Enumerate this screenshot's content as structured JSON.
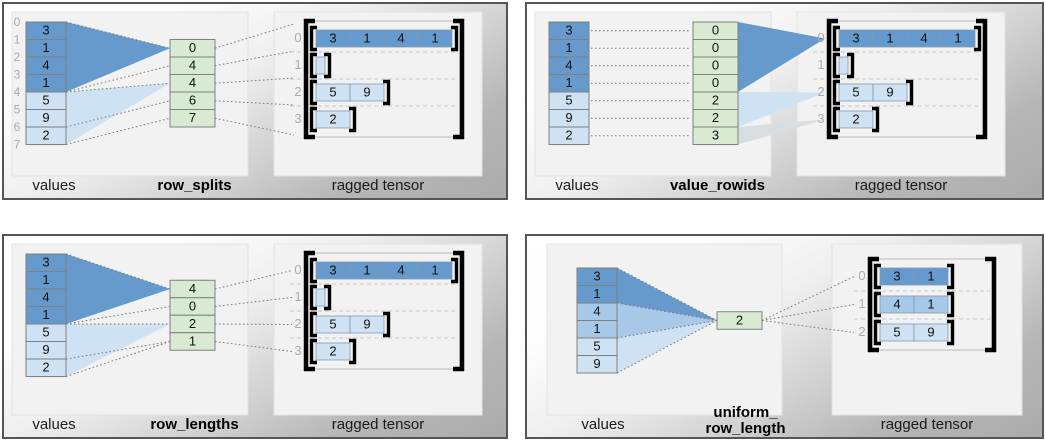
{
  "figure": {
    "title": "",
    "panel_count": 4,
    "common": {
      "values_label": "values",
      "ragged_label": "ragged tensor",
      "colors": {
        "dark_blue": "#6699cc",
        "mid_blue": "#a8c8e8",
        "light_blue": "#cfe2f3",
        "green": "#d9ead3",
        "cell_border": "#808080",
        "bracket": "#000000",
        "index_gray": "#aaaaaa",
        "dotted_gray": "#777777",
        "panel_border": "#555555",
        "inner_box": "#f2f2f2"
      }
    },
    "panels": [
      {
        "id": "row-splits",
        "encoding_label": "row_splits",
        "values_label": "values",
        "ragged_label": "ragged tensor",
        "values": [
          "3",
          "1",
          "4",
          "1",
          "5",
          "9",
          "2"
        ],
        "values_shades": [
          "dark",
          "dark",
          "dark",
          "dark",
          "light",
          "light",
          "light"
        ],
        "values_indices": [
          "0",
          "1",
          "2",
          "3",
          "4",
          "5",
          "6",
          "7"
        ],
        "encoding_values": [
          "0",
          "4",
          "4",
          "6",
          "7"
        ],
        "ragged_row_indices": [
          "0",
          "1",
          "2",
          "3"
        ],
        "ragged_rows": [
          {
            "index": "0",
            "cells": [
              "3",
              "1",
              "4",
              "1"
            ],
            "shade": "dark"
          },
          {
            "index": "1",
            "cells": [],
            "shade": "light"
          },
          {
            "index": "2",
            "cells": [
              "5",
              "9"
            ],
            "shade": "light"
          },
          {
            "index": "3",
            "cells": [
              "2"
            ],
            "shade": "light"
          }
        ]
      },
      {
        "id": "value-rowids",
        "encoding_label": "value_rowids",
        "values_label": "values",
        "ragged_label": "ragged tensor",
        "values": [
          "3",
          "1",
          "4",
          "1",
          "5",
          "9",
          "2"
        ],
        "values_shades": [
          "dark",
          "dark",
          "dark",
          "dark",
          "light",
          "light",
          "light"
        ],
        "values_indices": [],
        "encoding_values": [
          "0",
          "0",
          "0",
          "0",
          "2",
          "2",
          "3"
        ],
        "ragged_row_indices": [
          "0",
          "1",
          "2",
          "3"
        ],
        "ragged_rows": [
          {
            "index": "0",
            "cells": [
              "3",
              "1",
              "4",
              "1"
            ],
            "shade": "dark"
          },
          {
            "index": "1",
            "cells": [],
            "shade": "light"
          },
          {
            "index": "2",
            "cells": [
              "5",
              "9"
            ],
            "shade": "light"
          },
          {
            "index": "3",
            "cells": [
              "2"
            ],
            "shade": "light"
          }
        ]
      },
      {
        "id": "row-lengths",
        "encoding_label": "row_lengths",
        "values_label": "values",
        "ragged_label": "ragged tensor",
        "values": [
          "3",
          "1",
          "4",
          "1",
          "5",
          "9",
          "2"
        ],
        "values_shades": [
          "dark",
          "dark",
          "dark",
          "dark",
          "light",
          "light",
          "light"
        ],
        "values_indices": [],
        "encoding_values": [
          "4",
          "0",
          "2",
          "1"
        ],
        "ragged_row_indices": [
          "0",
          "1",
          "2",
          "3"
        ],
        "ragged_rows": [
          {
            "index": "0",
            "cells": [
              "3",
              "1",
              "4",
              "1"
            ],
            "shade": "dark"
          },
          {
            "index": "1",
            "cells": [],
            "shade": "light"
          },
          {
            "index": "2",
            "cells": [
              "5",
              "9"
            ],
            "shade": "light"
          },
          {
            "index": "3",
            "cells": [
              "2"
            ],
            "shade": "light"
          }
        ]
      },
      {
        "id": "uniform-row-length",
        "encoding_label": "uniform_\nrow_length",
        "encoding_label_line1": "uniform_",
        "encoding_label_line2": "row_length",
        "values_label": "values",
        "ragged_label": "ragged tensor",
        "values": [
          "3",
          "1",
          "4",
          "1",
          "5",
          "9"
        ],
        "values_shades": [
          "dark",
          "dark",
          "mid",
          "mid",
          "light",
          "light"
        ],
        "values_indices": [],
        "encoding_values": [
          "2"
        ],
        "ragged_row_indices": [
          "0",
          "1",
          "2"
        ],
        "ragged_rows": [
          {
            "index": "0",
            "cells": [
              "3",
              "1"
            ],
            "shade": "dark"
          },
          {
            "index": "1",
            "cells": [
              "4",
              "1"
            ],
            "shade": "mid"
          },
          {
            "index": "2",
            "cells": [
              "5",
              "9"
            ],
            "shade": "light"
          }
        ]
      }
    ]
  }
}
